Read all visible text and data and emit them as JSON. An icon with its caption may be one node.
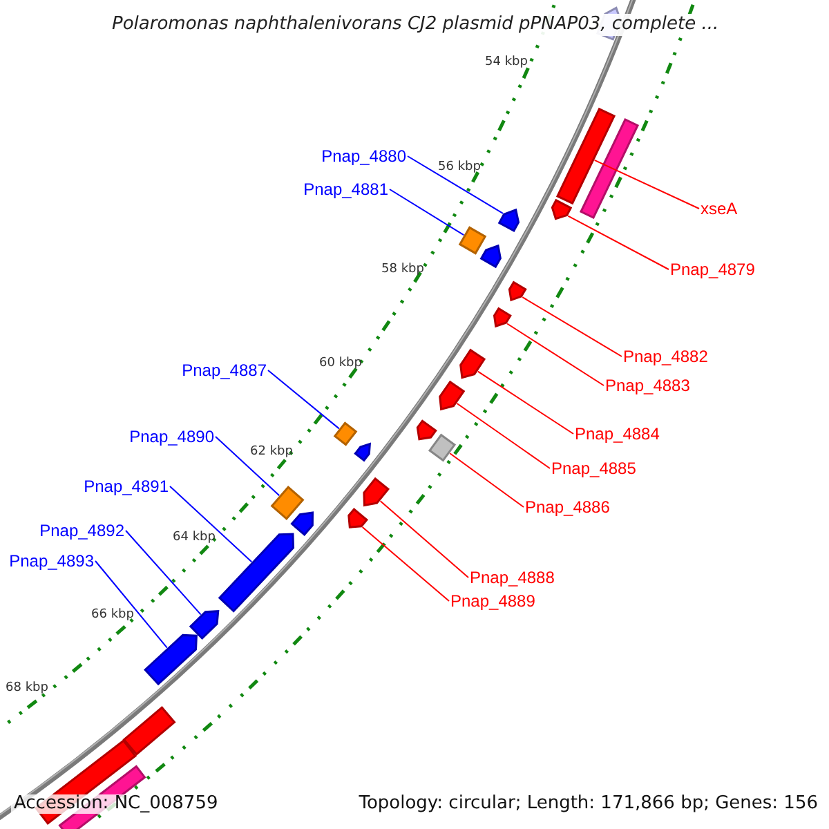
{
  "diagram": {
    "title": "Polaromonas naphthalenivorans CJ2 plasmid pPNAP03, complete ...",
    "nodes": [
      {
        "text": [
          "Pnap_4880"
        ]
      },
      {
        "text": [
          "Pnap_4881"
        ]
      },
      {
        "text": [
          "xseA"
        ]
      },
      {
        "text": [
          "Pnap_4879"
        ]
      },
      {
        "text": [
          "Pnap_4882"
        ]
      },
      {
        "text": [
          "Pnap_4887"
        ]
      },
      {
        "text": [
          "Pnap_4883"
        ]
      },
      {
        "text": [
          "Pnap_4884"
        ]
      },
      {
        "text": [
          "Pnap_4890"
        ]
      },
      {
        "text": [
          "Pnap_4885"
        ]
      },
      {
        "text": [
          "Pnap_4891"
        ]
      },
      {
        "text": [
          "Pnap_4886"
        ]
      },
      {
        "text": [
          "Pnap_4892"
        ]
      },
      {
        "text": [
          "Pnap_4893"
        ]
      },
      {
        "text": [
          "Pnap_4888"
        ]
      },
      {
        "text": [
          "Pnap_4889"
        ]
      },
      {
        "text": [],
        "shape": "arrow"
      },
      {
        "text": [],
        "shape": "bar"
      },
      {
        "text": [],
        "shape": "bar"
      },
      {
        "text": [],
        "shape": "arrow"
      },
      {
        "text": [],
        "shape": "arrow"
      },
      {
        "text": [],
        "shape": "box"
      },
      {
        "text": [],
        "shape": "arrow"
      },
      {
        "text": [],
        "shape": "arrow"
      },
      {
        "text": [],
        "shape": "arrow"
      },
      {
        "text": [],
        "shape": "arrow"
      },
      {
        "text": [],
        "shape": "arrow"
      },
      {
        "text": [],
        "shape": "box"
      },
      {
        "text": [],
        "shape": "arrow"
      },
      {
        "text": [],
        "shape": "box"
      },
      {
        "text": [],
        "shape": "arrow"
      },
      {
        "text": [],
        "shape": "arrow"
      },
      {
        "text": [],
        "shape": "box"
      },
      {
        "text": [],
        "shape": "arrow"
      },
      {
        "text": [],
        "shape": "arrow"
      },
      {
        "text": [],
        "shape": "arrow"
      },
      {
        "text": [],
        "shape": "arrow"
      },
      {
        "text": [],
        "shape": "arrow"
      },
      {
        "text": [],
        "shape": "bar"
      },
      {
        "text": [],
        "shape": "bar"
      },
      {
        "text": [],
        "shape": "bar"
      }
    ],
    "edges": [
      {
        "from": 0,
        "to": 20,
        "arrow": "none",
        "color": "#0000ff"
      },
      {
        "from": 1,
        "to": 21,
        "arrow": "none",
        "color": "#0000ff"
      },
      {
        "from": 2,
        "to": 17,
        "arrow": "none"
      },
      {
        "from": 3,
        "to": 19,
        "arrow": "none"
      },
      {
        "from": 4,
        "to": 23,
        "arrow": "none"
      },
      {
        "from": 5,
        "to": 27,
        "arrow": "none",
        "color": "#0000ff"
      },
      {
        "from": 6,
        "to": 24,
        "arrow": "none"
      },
      {
        "from": 7,
        "to": 25,
        "arrow": "none"
      },
      {
        "from": 8,
        "to": 32,
        "arrow": "none",
        "color": "#0000ff"
      },
      {
        "from": 9,
        "to": 26,
        "arrow": "none"
      },
      {
        "from": 10,
        "to": 35,
        "arrow": "none",
        "color": "#0000ff"
      },
      {
        "from": 11,
        "to": 29,
        "arrow": "none"
      },
      {
        "from": 12,
        "to": 36,
        "arrow": "none",
        "color": "#0000ff"
      },
      {
        "from": 13,
        "to": 37,
        "arrow": "none",
        "color": "#0000ff"
      },
      {
        "from": 14,
        "to": 31,
        "arrow": "none"
      },
      {
        "from": 15,
        "to": 34,
        "arrow": "none"
      }
    ],
    "labels": [
      "54 kbp",
      "56 kbp",
      "58 kbp",
      "60 kbp",
      "62 kbp",
      "64 kbp",
      "66 kbp",
      "68 kbp",
      "Accession: NC_008759",
      "Topology: circular; Length: 171,866 bp; Genes: 156"
    ]
  }
}
